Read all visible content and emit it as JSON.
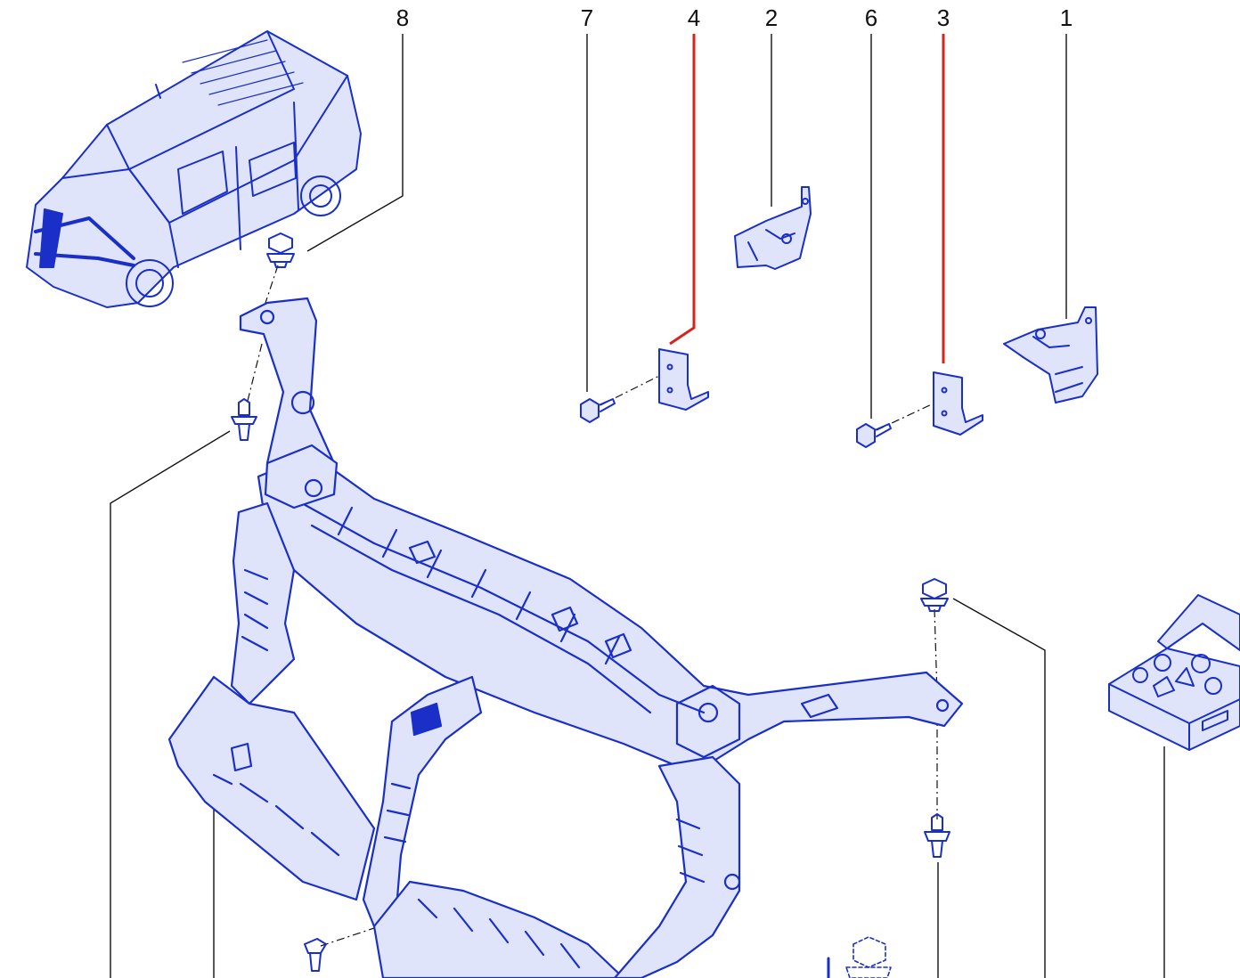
{
  "colors": {
    "line_art": "#1a2fc8",
    "line_art_fill": "#dfe4fb",
    "leader": "#111111",
    "highlight": "#d8231c",
    "background": "#ffffff"
  },
  "callouts": [
    {
      "id": "c8",
      "label": "8",
      "highlighted": false
    },
    {
      "id": "c7",
      "label": "7",
      "highlighted": false
    },
    {
      "id": "c4",
      "label": "4",
      "highlighted": true
    },
    {
      "id": "c2",
      "label": "2",
      "highlighted": false
    },
    {
      "id": "c6",
      "label": "6",
      "highlighted": false
    },
    {
      "id": "c3",
      "label": "3",
      "highlighted": true
    },
    {
      "id": "c1",
      "label": "1",
      "highlighted": false
    }
  ],
  "parts": {
    "van": "van-locator-icon",
    "frame": "front-end-carrier-frame",
    "bracket_1": "bracket-part-1",
    "bracket_2": "bracket-part-2",
    "bracket_3": "bracket-part-3",
    "bracket_4": "bracket-part-4",
    "kit_box": "fastener-kit-box"
  }
}
